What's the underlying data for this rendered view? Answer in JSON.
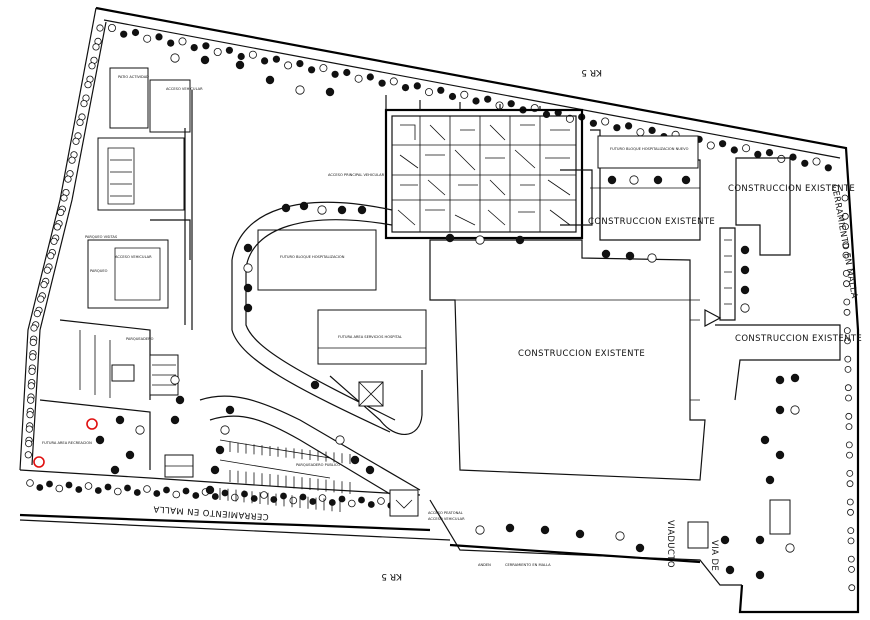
{
  "plan": {
    "street_top": "KR 5",
    "street_bottom": "KR 5",
    "existing": "CONSTRUCCION EXISTENTE",
    "fence_right": "CERRAMIENTO EN MALLA",
    "fence_bottom": "CERRAMIENTO EN MALLA",
    "right_vertical_a": "VIADUCTO",
    "right_vertical_b": "VIA DE"
  },
  "tags": {
    "t_patio": "PATIO ACTIVIDAD",
    "t_acceso_top": "ACCESO VEHICULAR",
    "t_acceso_principal": "ACCESO PRINCIPAL VEHICULAR",
    "t_futuro_hosp": "FUTURO BLOQUE HOSPITALIZACION",
    "t_futuro_serv": "FUTURA AREA SERVICIOS HOSPITAL",
    "t_futuro_nuevo": "FUTURO BLOQUE HOSPITALIZACION NUEVO",
    "t_parqueo": "PARQUEO VISITAS",
    "t_acceso_vehic": "ACCESO VEHICULAR",
    "t_park_left": "PARQUEO",
    "t_parking": "PARQUEADERO",
    "t_futura_recreacion": "FUTURA AREA RECREACION",
    "t_publico": "PARQUEADERO PUBLICO",
    "t_acceso_peatonal": "ACCESO PEATONAL",
    "t_acceso_vehic_2": "ACCESO VEHICULAR",
    "t_anden": "ANDEN",
    "t_bottom_note": "CERRAMIENTO EN MALLA"
  }
}
